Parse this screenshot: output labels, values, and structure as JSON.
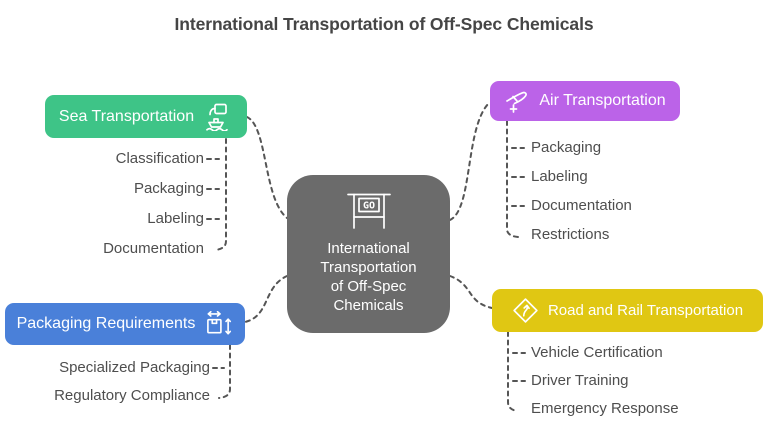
{
  "title": "International Transportation of Off-Spec Chemicals",
  "center": {
    "sign_text": "GO",
    "lines": [
      "International",
      "Transportation",
      "of Off-Spec",
      "Chemicals"
    ],
    "color": "#6b6b6b",
    "icon": "go-sign-icon"
  },
  "branches": [
    {
      "label": "Sea Transportation",
      "color": "#3ec487",
      "icon": "cargo-ship-icon",
      "children": [
        "Classification",
        "Packaging",
        "Labeling",
        "Documentation"
      ]
    },
    {
      "label": "Air Transportation",
      "color": "#bb63e8",
      "icon": "airplane-takeoff-icon",
      "children": [
        "Packaging",
        "Labeling",
        "Documentation",
        "Restrictions"
      ]
    },
    {
      "label": "Packaging Requirements",
      "color": "#4a80d9",
      "icon": "package-size-icon",
      "children": [
        "Specialized Packaging",
        "Regulatory Compliance"
      ]
    },
    {
      "label": "Road and Rail Transportation",
      "color": "#e0c713",
      "icon": "road-winding-sign-icon",
      "children": [
        "Vehicle Certification",
        "Driver Training",
        "Emergency Response"
      ]
    }
  ],
  "connector_color": "#555555",
  "leaf_text_color": "#4e4e4e"
}
